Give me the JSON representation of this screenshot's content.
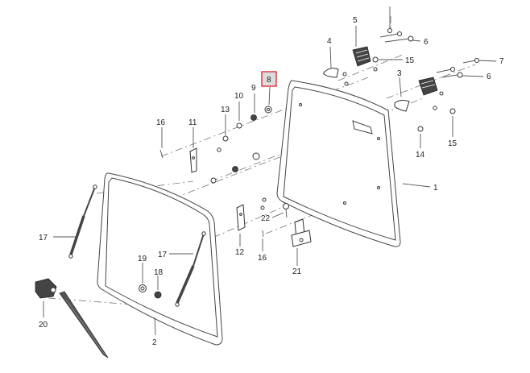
{
  "callouts": {
    "c1": "1",
    "c2": "2",
    "c3": "3",
    "c4": "4",
    "c5": "5",
    "c6a": "6",
    "c6b": "6",
    "c7": "7",
    "c8": "8",
    "c9": "9",
    "c10": "10",
    "c11": "11",
    "c12": "12",
    "c13": "13",
    "c14": "14",
    "c15a": "15",
    "c15b": "15",
    "c16a": "16",
    "c16b": "16",
    "c17a": "17",
    "c17b": "17",
    "c18": "18",
    "c19": "19",
    "c20": "20",
    "c21": "21",
    "c22": "22"
  },
  "highlighted_part": "8",
  "colors": {
    "highlight_border": "#e0303a",
    "highlight_fill": "#dcdcdc",
    "line": "#555555"
  }
}
